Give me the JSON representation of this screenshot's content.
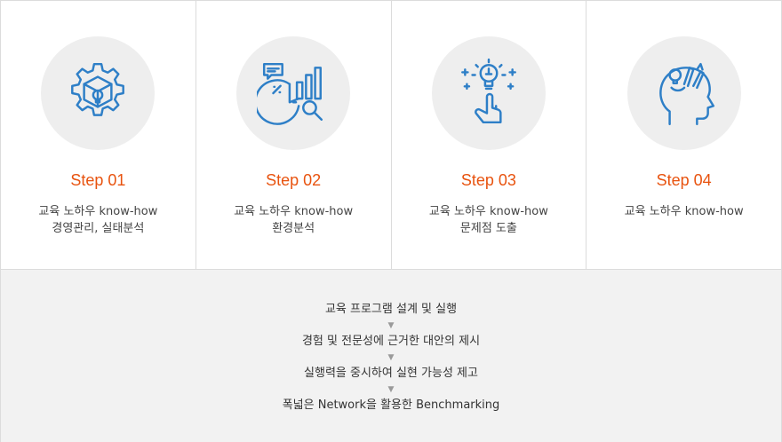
{
  "steps": [
    {
      "title": "Step 01",
      "desc1": "교육 노하우 know-how",
      "desc2": "경영관리, 실태분석",
      "icon": "gear-cube-icon"
    },
    {
      "title": "Step 02",
      "desc1": "교육 노하우 know-how",
      "desc2": "환경분석",
      "icon": "analysis-chart-icon"
    },
    {
      "title": "Step 03",
      "desc1": "교육 노하우 know-how",
      "desc2": "문제점 도출",
      "icon": "idea-hand-icon"
    },
    {
      "title": "Step 04",
      "desc1": "교육 노하우 know-how",
      "desc2": "",
      "icon": "head-idea-icon"
    }
  ],
  "process": {
    "items": [
      "교육 프로그램 설계 및 실행",
      "경험 및 전문성에 근거한 대안의 제시",
      "실행력을 중시하여 실현 가능성 제고",
      "폭넓은 Network을 활용한 Benchmarking"
    ],
    "arrow": "▼"
  },
  "colors": {
    "accent": "#e8530f",
    "icon": "#2e7fc7",
    "circle": "#eeeeee",
    "panel": "#f2f2f2"
  }
}
